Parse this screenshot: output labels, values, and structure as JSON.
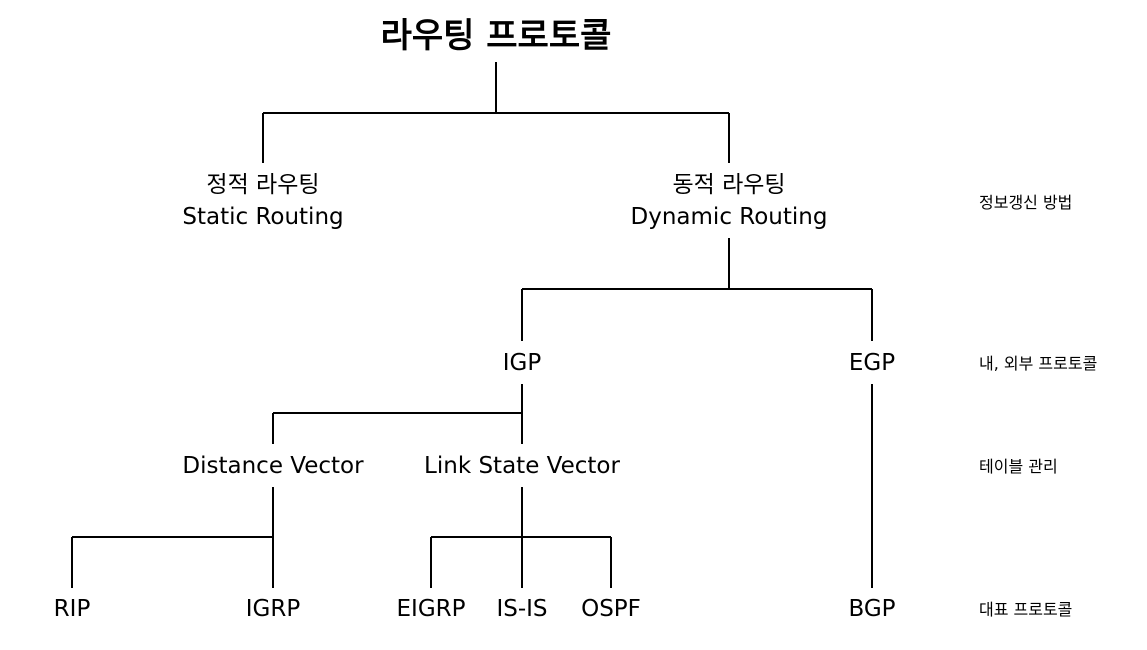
{
  "title": "라우팅 프로토콜",
  "nodes": {
    "static": {
      "ko": "정적 라우팅",
      "en": "Static Routing"
    },
    "dynamic": {
      "ko": "동적 라우팅",
      "en": "Dynamic Routing"
    },
    "igp": "IGP",
    "egp": "EGP",
    "distance_vector": "Distance Vector",
    "link_state_vector": "Link State Vector",
    "rip": "RIP",
    "igrp": "IGRP",
    "eigrp": "EIGRP",
    "isis": "IS-IS",
    "ospf": "OSPF",
    "bgp": "BGP"
  },
  "level_labels": {
    "update_method": "정보갱신 방법",
    "in_out_protocol": "내, 외부 프로토콜",
    "table_management": "테이블 관리",
    "representative_protocol": "대표 프로토콜"
  }
}
